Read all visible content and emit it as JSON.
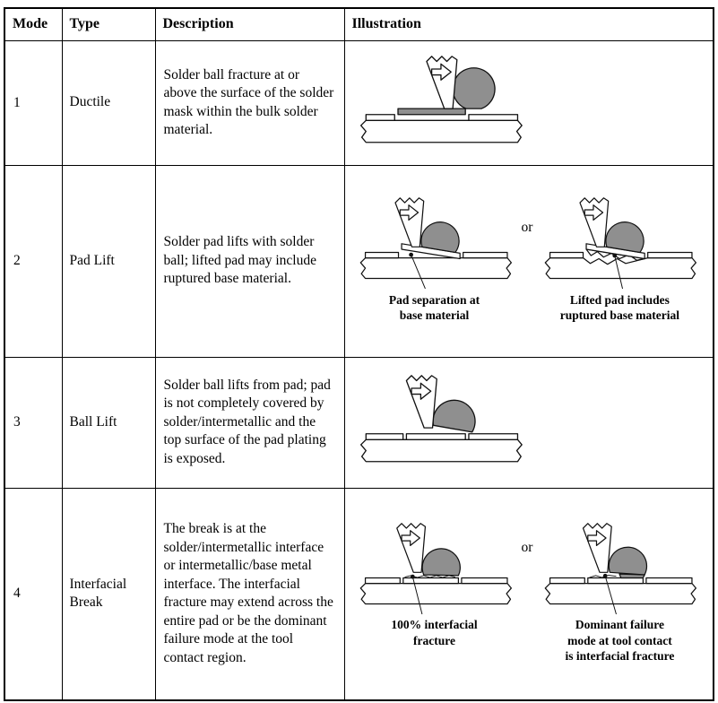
{
  "table": {
    "columns": [
      "Mode",
      "Type",
      "Description",
      "Illustration"
    ],
    "rows": [
      {
        "mode": "1",
        "type": "Ductile",
        "description": "Solder ball fracture at or above the surface of the solder mask within the bulk solder material.",
        "illustrations": [
          {
            "variant": "ductile",
            "caption": ""
          }
        ]
      },
      {
        "mode": "2",
        "type": "Pad Lift",
        "description": "Solder pad lifts with solder ball; lifted pad may include ruptured base material.",
        "or_label": "or",
        "illustrations": [
          {
            "variant": "pad-lift-separation",
            "caption": "Pad separation at\nbase material"
          },
          {
            "variant": "pad-lift-ruptured",
            "caption": "Lifted pad includes\nruptured base material"
          }
        ]
      },
      {
        "mode": "3",
        "type": "Ball Lift",
        "description": "Solder ball lifts from pad; pad is not completely covered by solder/intermetallic and the top surface of the pad plating is exposed.",
        "illustrations": [
          {
            "variant": "ball-lift",
            "caption": ""
          }
        ]
      },
      {
        "mode": "4",
        "type": "Interfacial Break",
        "description": "The break is at the solder/intermetallic interface or intermetallic/base metal interface. The interfacial fracture may extend across the entire pad or be the dominant failure mode at the tool contact region.",
        "or_label": "or",
        "illustrations": [
          {
            "variant": "interfacial-100",
            "caption": "100% interfacial\nfracture"
          },
          {
            "variant": "interfacial-tool",
            "caption": "Dominant failure\nmode at tool contact\nis interfacial fracture"
          }
        ]
      }
    ]
  },
  "colors": {
    "solder_gray": "#8f8f8f",
    "line": "#111111"
  }
}
